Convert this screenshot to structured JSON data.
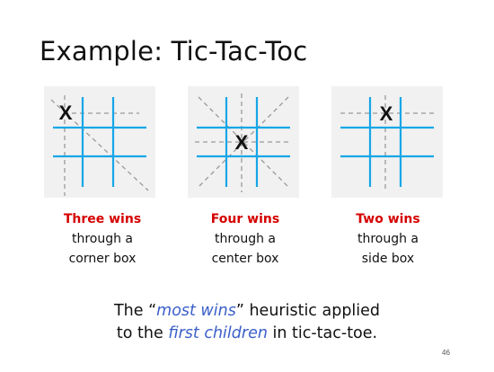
{
  "title": "Example: Tic-Tac-Toc",
  "mark": "X",
  "colors": {
    "grid": "#16a6e8",
    "dashes": "#999999",
    "accent_red": "#d60000",
    "accent_blue": "#3a5fc8"
  },
  "examples": [
    {
      "wins": "Three wins",
      "line1": "through a",
      "line2": "corner box"
    },
    {
      "wins": "Four wins",
      "line1": "through a",
      "line2": "center box"
    },
    {
      "wins": "Two wins",
      "line1": "through a",
      "line2": "side box"
    }
  ],
  "summary": {
    "part1": "The “",
    "em1": "most wins",
    "part2": "” heuristic applied",
    "part3": "to the ",
    "em2": "first children",
    "part4": " in tic-tac-toe."
  },
  "page_number": "46"
}
